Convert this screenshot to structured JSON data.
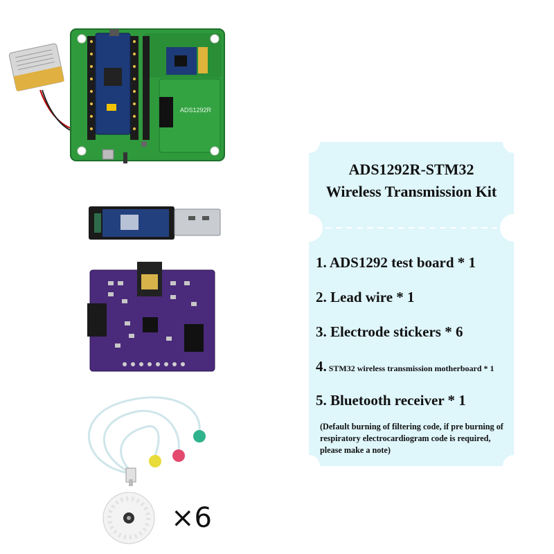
{
  "kit": {
    "title_line1": "ADS1292R-STM32",
    "title_line2": "Wireless Transmission Kit",
    "items": [
      {
        "num": "1.",
        "text": "ADS1292 test board * 1"
      },
      {
        "num": "2.",
        "text": "Lead wire * 1"
      },
      {
        "num": "3.",
        "text": "Electrode stickers * 6"
      },
      {
        "num": "4.",
        "text": "STM32 wireless transmission motherboard * 1"
      },
      {
        "num": "5.",
        "text": "Bluetooth receiver * 1"
      }
    ],
    "note": "(Default burning of filtering code, if pre burning of respiratory electrocardiogram code is required, please make a note)",
    "electrode_count": "×6",
    "card_color": "#dff6fb",
    "pcb_green": "#2f9a3c",
    "pcb_purple": "#4a2a7a"
  },
  "board_labels": {
    "ads_chip": "ADS1292R"
  }
}
